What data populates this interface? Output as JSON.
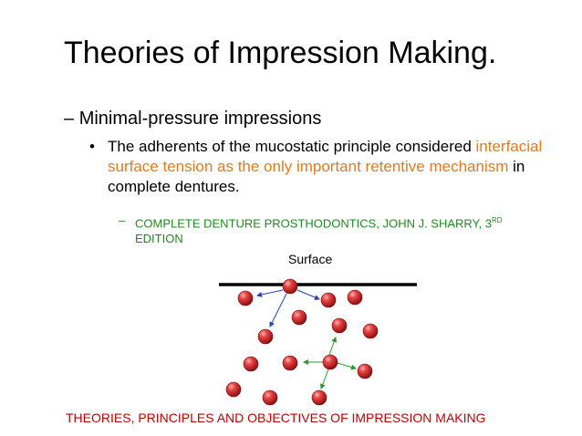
{
  "slide": {
    "title": "Theories of Impression Making.",
    "level1": {
      "dash": "–",
      "text": "Minimal-pressure impressions"
    },
    "level2": {
      "bullet": "•",
      "text_before": "The adherents of the mucostatic principle considered ",
      "highlight": "interfacial surface tension as the only important retentive mechanism",
      "text_after": " in complete dentures."
    },
    "level3": {
      "dash": "–",
      "text": "COMPLETE DENTURE PROSTHODONTICS, JOHN J. SHARRY, 3",
      "superscript": "RD",
      "text_after": " EDITION"
    },
    "diagram": {
      "surface_label": "Surface"
    },
    "footer": "THEORIES, PRINCIPLES AND OBJECTIVES OF IMPRESSION MAKING",
    "colors": {
      "highlight": "#e07b1f",
      "reference": "#1e8a1e",
      "footer": "#c00000",
      "molecule": "#d92b2b",
      "arrow_surface": "#2b3fb0",
      "arrow_interior": "#2a9a2a"
    }
  }
}
